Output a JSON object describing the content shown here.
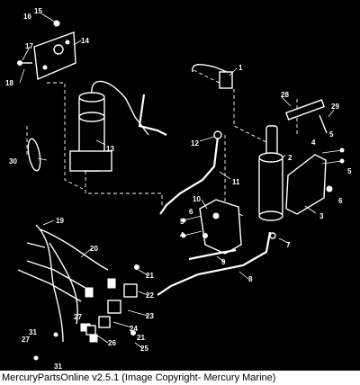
{
  "caption": "MercuryPartsOnline v2.5.1 (Image Copyright- Mercury Marine)",
  "callouts": {
    "c1": "1",
    "c2": "2",
    "c3": "3",
    "c4a": "4",
    "c4b": "4",
    "c5a": "5",
    "c5b": "5",
    "c5c": "5",
    "c6a": "6",
    "c6b": "6",
    "c7": "7",
    "c8": "8",
    "c9": "9",
    "c10": "10",
    "c11": "11",
    "c12": "12",
    "c13": "13",
    "c14": "14",
    "c15": "15",
    "c16": "16",
    "c17": "17",
    "c18": "18",
    "c19": "19",
    "c20": "20",
    "c21a": "21",
    "c21b": "21",
    "c22": "22",
    "c23": "23",
    "c24": "24",
    "c25": "25",
    "c26": "26",
    "c27a": "27",
    "c27b": "27",
    "c28": "28",
    "c29": "29",
    "c30": "30",
    "c31a": "31",
    "c31b": "31"
  }
}
